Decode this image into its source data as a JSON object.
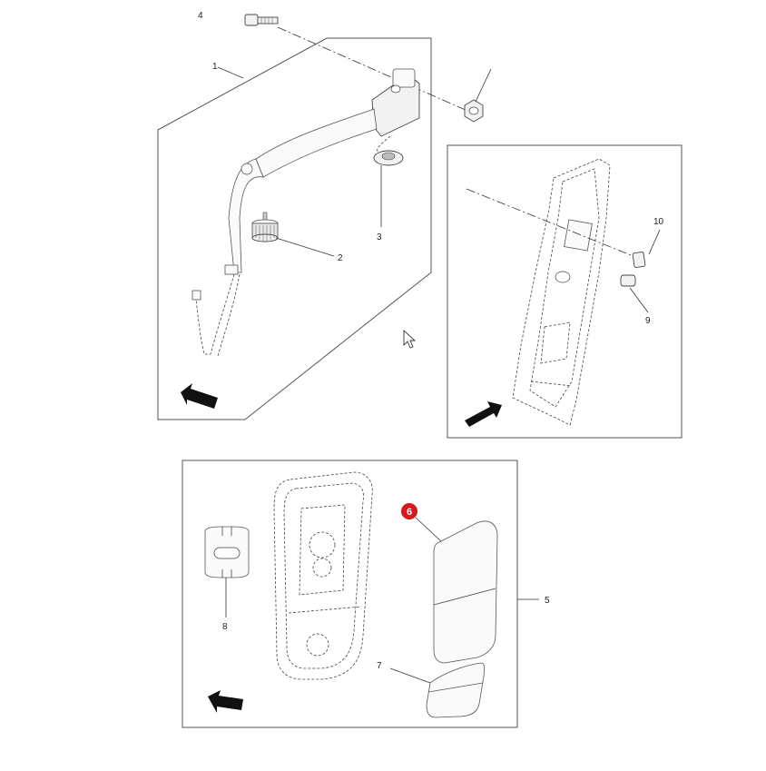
{
  "callouts": {
    "c1": "1",
    "c2": "2",
    "c3": "3",
    "c4": "4",
    "c5": "5",
    "c6": "6",
    "c7": "7",
    "c8": "8",
    "c9": "9",
    "c10": "10"
  },
  "colors": {
    "highlight": "#d7191c",
    "line": "#333333"
  }
}
